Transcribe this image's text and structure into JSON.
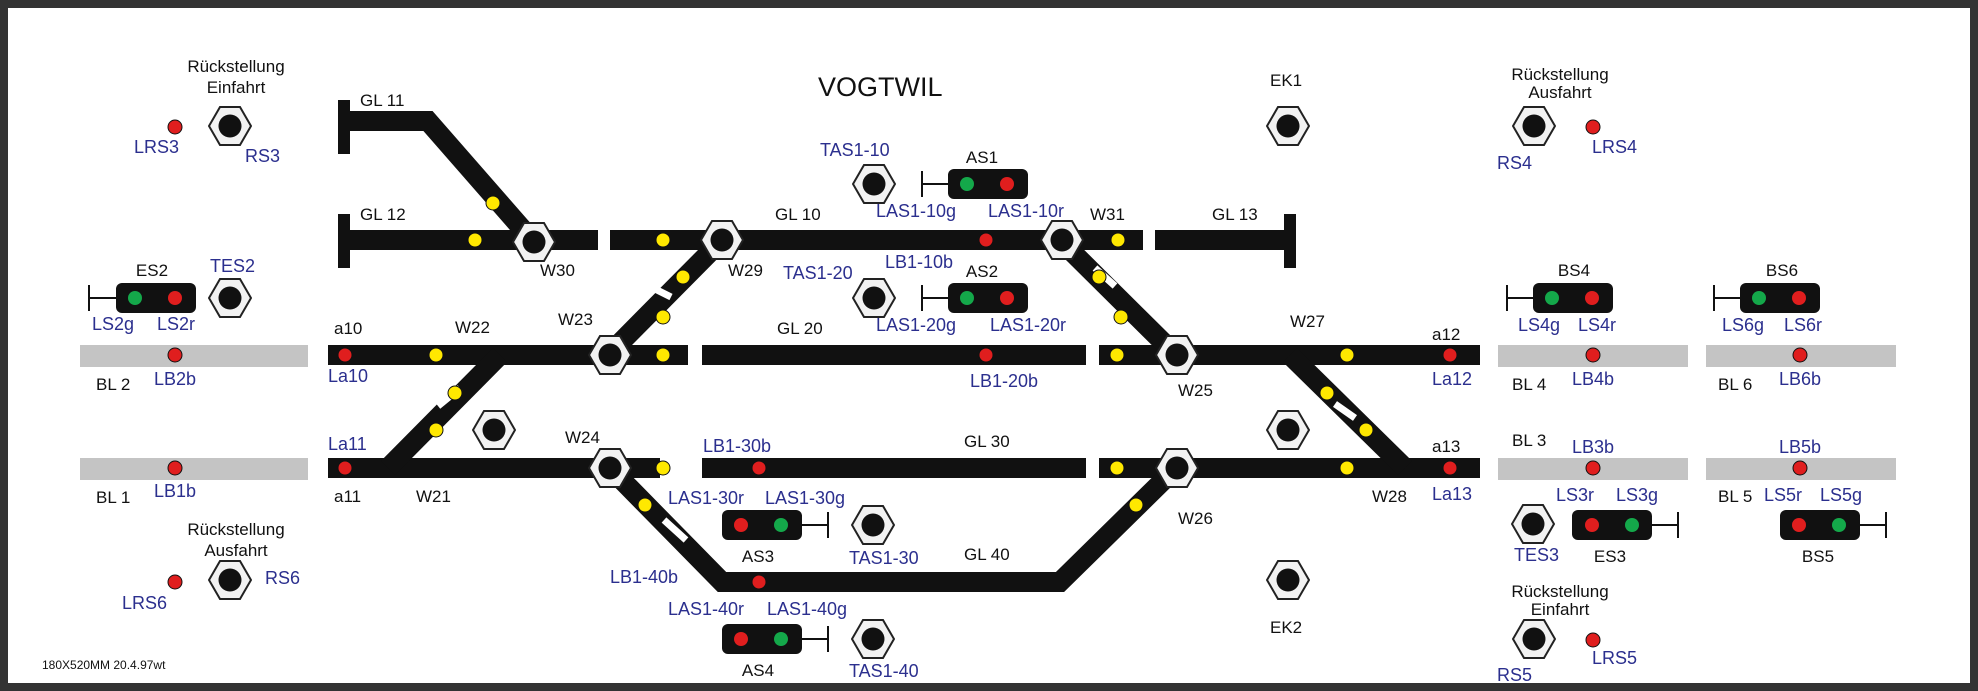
{
  "title": "VOGTWIL",
  "footer": "180X520MM   20.4.97wt",
  "colors": {
    "track": "#111111",
    "block": "#c4c4c4",
    "red": "#e01e1e",
    "green": "#14a84a",
    "yellow": "#ffe800",
    "blue_label": "#2b2f8e"
  },
  "reset_groups": [
    {
      "line1": "Rückstellung",
      "line2": "Einfahrt",
      "lamp": "LRS3",
      "button": "RS3"
    },
    {
      "line1": "Rückstellung",
      "line2": "Ausfahrt",
      "lamp": "LRS6",
      "button": "RS6"
    },
    {
      "line1": "Rückstellung",
      "line2": "Ausfahrt",
      "lamp": "LRS4",
      "button": "RS4"
    },
    {
      "line1": "Rückstellung",
      "line2": "Einfahrt",
      "lamp": "LRS5",
      "button": "RS5"
    }
  ],
  "tracks": [
    "GL 11",
    "GL 12",
    "GL 10",
    "GL 13",
    "GL 20",
    "GL 30",
    "GL 40"
  ],
  "switches": [
    "W30",
    "W29",
    "W31",
    "W23",
    "W22",
    "W24",
    "W21",
    "W25",
    "W27",
    "W26",
    "W28"
  ],
  "signals": [
    {
      "name": "ES2",
      "lamps": [
        "green",
        "red"
      ],
      "labels": [
        "LS2g",
        "LS2r"
      ],
      "button": "TES2"
    },
    {
      "name": "AS1",
      "lamps": [
        "green",
        "red"
      ],
      "labels": [
        "LAS1-10g",
        "LAS1-10r"
      ],
      "button": "TAS1-10"
    },
    {
      "name": "AS2",
      "lamps": [
        "green",
        "red"
      ],
      "labels": [
        "LAS1-20g",
        "LAS1-20r"
      ],
      "button": "TAS1-20"
    },
    {
      "name": "AS3",
      "lamps": [
        "red",
        "green"
      ],
      "labels": [
        "LAS1-30r",
        "LAS1-30g"
      ],
      "button": "TAS1-30"
    },
    {
      "name": "AS4",
      "lamps": [
        "red",
        "green"
      ],
      "labels": [
        "LAS1-40r",
        "LAS1-40g"
      ],
      "button": "TAS1-40"
    },
    {
      "name": "BS4",
      "lamps": [
        "green",
        "red"
      ],
      "labels": [
        "LS4g",
        "LS4r"
      ]
    },
    {
      "name": "BS6",
      "lamps": [
        "green",
        "red"
      ],
      "labels": [
        "LS6g",
        "LS6r"
      ]
    },
    {
      "name": "ES3",
      "lamps": [
        "red",
        "green"
      ],
      "labels": [
        "LS3r",
        "LS3g"
      ],
      "button": "TES3"
    },
    {
      "name": "BS5",
      "lamps": [
        "red",
        "green"
      ],
      "labels": [
        "LS5r",
        "LS5g"
      ]
    }
  ],
  "blocks": [
    {
      "name": "BL 2",
      "lamp": "LB2b"
    },
    {
      "name": "BL 1",
      "lamp": "LB1b"
    },
    {
      "name": "BL 4",
      "lamp": "LB4b"
    },
    {
      "name": "BL 6",
      "lamp": "LB6b"
    },
    {
      "name": "BL 3",
      "lamp": "LB3b"
    },
    {
      "name": "BL 5",
      "lamp": "LB5b"
    }
  ],
  "track_lamps": [
    "La10",
    "La11",
    "La12",
    "La13",
    "LB1-10b",
    "LB1-20b",
    "LB1-30b",
    "LB1-40b"
  ],
  "track_ends": [
    "a10",
    "a11",
    "a12",
    "a13"
  ],
  "buttons": [
    "EK1",
    "EK2"
  ]
}
